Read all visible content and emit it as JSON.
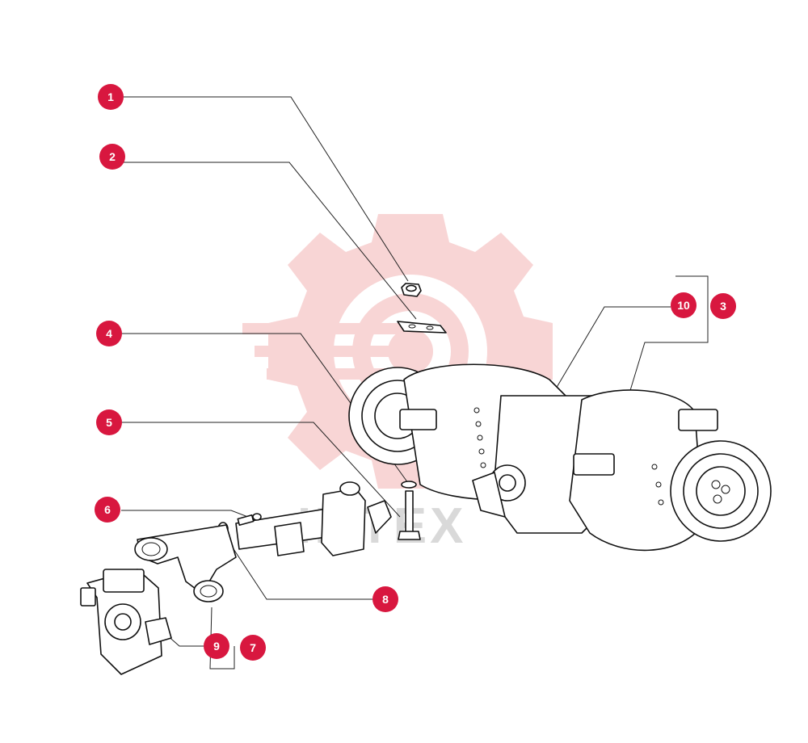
{
  "diagram": {
    "watermark": {
      "text": "IMTEX",
      "color": "#f3b3b3"
    },
    "accent_color": "#d8173f",
    "callouts": [
      {
        "id": "c1",
        "label": "1"
      },
      {
        "id": "c2",
        "label": "2"
      },
      {
        "id": "c3",
        "label": "3"
      },
      {
        "id": "c4",
        "label": "4"
      },
      {
        "id": "c5",
        "label": "5"
      },
      {
        "id": "c6",
        "label": "6"
      },
      {
        "id": "c7",
        "label": "7"
      },
      {
        "id": "c8",
        "label": "8"
      },
      {
        "id": "c9",
        "label": "9"
      },
      {
        "id": "c10",
        "label": "10"
      }
    ]
  }
}
